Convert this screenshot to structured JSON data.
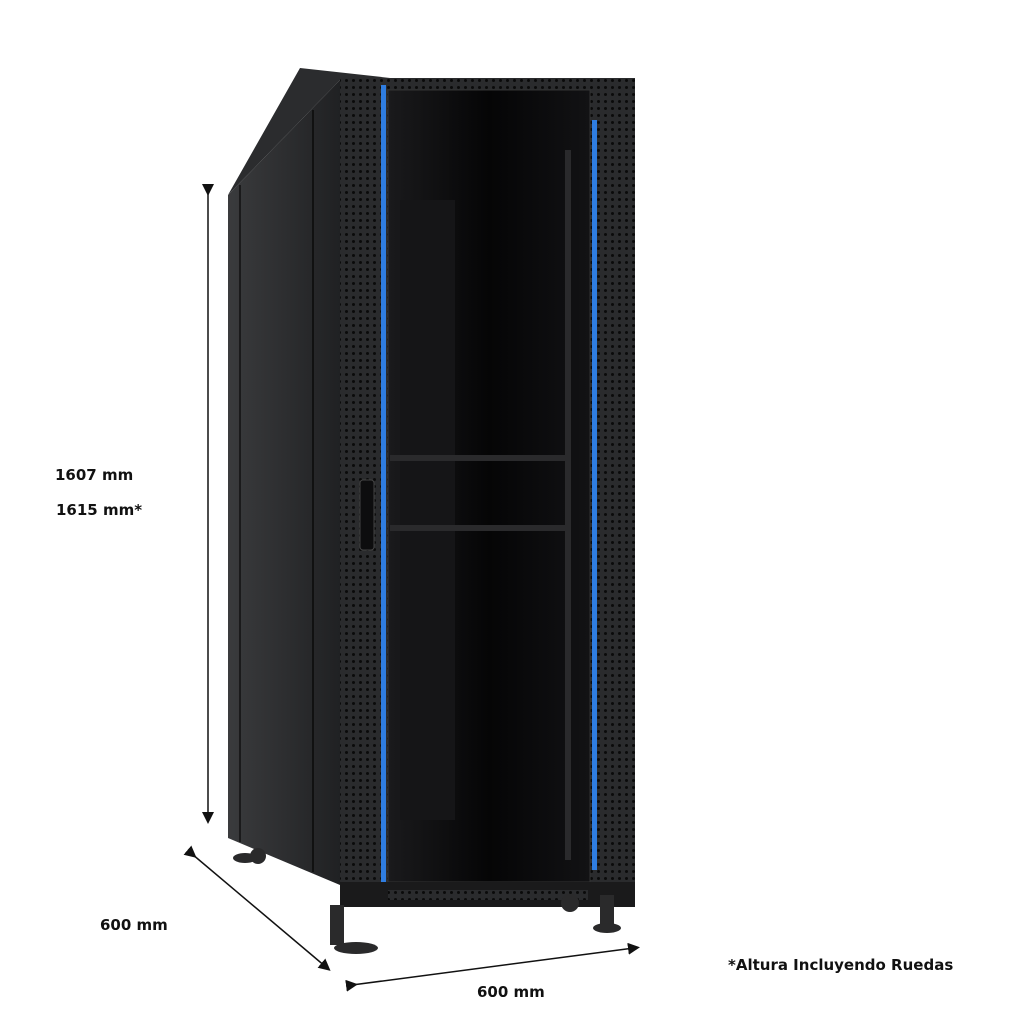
{
  "dimensions": {
    "height_label": "1607 mm",
    "height_with_wheels_label": "1615 mm*",
    "depth_label": "600 mm",
    "width_label": "600 mm",
    "footnote": "*Altura Incluyendo Ruedas"
  },
  "colors": {
    "rack_body": "#1e1f21",
    "accent_strip": "#2f7de0",
    "glass": "#0b0b0c"
  }
}
